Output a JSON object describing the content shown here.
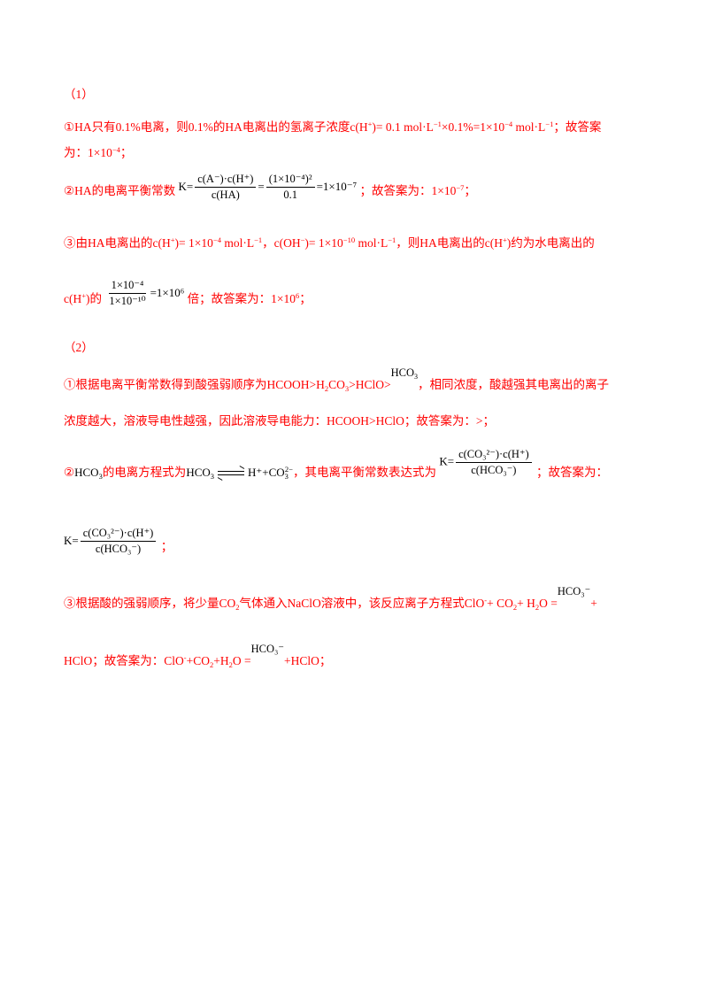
{
  "part1": {
    "label": "（1）",
    "item1_text": "①HA只有0.1%电离，则0.1%的HA电离出的氢离子浓度c(H",
    "item1_text_b": ")= 0.1 mol·L",
    "item1_text_c": "×0.1%=1×10",
    "item1_text_d": " mol·L",
    "item1_text_e": "；故答案",
    "item1_line2": "为：1×10",
    "item1_line2_end": "；",
    "item2_prefix": "②HA的电离平衡常数",
    "item2_K": "K=",
    "item2_frac1_num": "c(A⁻)·c(H⁺)",
    "item2_frac1_den": "c(HA)",
    "item2_frac2_num": "(1×10⁻⁴)²",
    "item2_frac2_den": "0.1",
    "item2_result": "=1×10⁻⁷",
    "item2_suffix": "；故答案为：1×10",
    "item2_suffix_end": "；",
    "item3_text": "③由HA电离出的c(H",
    "item3_b": ")= 1×10",
    "item3_c": " mol·L",
    "item3_d": "，c(OH",
    "item3_e": ")= 1×10",
    "item3_f": " mol·L",
    "item3_g": "，则HA电离出的c(H",
    "item3_h": ")约为水电离出的",
    "item3_line2_prefix": "c(H",
    "item3_line2_b": ")的",
    "item3_frac_num": "1×10⁻⁴",
    "item3_frac_den": "1×10⁻¹⁰",
    "item3_result": "=1×10⁶",
    "item3_suffix": "倍；故答案为：1×10",
    "item3_suffix_end": "；"
  },
  "part2": {
    "label": "（2）",
    "item1_text": "①根据电离平衡常数得到酸强弱顺序为HCOOH>H",
    "item1_b": "CO",
    "item1_c": ">HClO>",
    "item1_hco3": "HCO",
    "item1_d": "，相同浓度，酸越强其电离出的离子",
    "item1_line2": "浓度越大，溶液导电性越强，因此溶液导电能力：HCOOH>HClO；故答案为：>；",
    "item2_prefix": "②",
    "item2_hco3a": "HCO",
    "item2_b": "的电离方程式为",
    "item2_hco3b": "HCO",
    "item2_products": "H⁺+CO",
    "item2_c": "，其电离平衡常数表达式为",
    "item2_K": "K=",
    "item2_frac_num": "c(CO₃²⁻)·c(H⁺)",
    "item2_frac_den": "c(HCO₃⁻)",
    "item2_suffix": "；故答案为：",
    "item2_ans_K": "K=",
    "item2_ans_num": "c(CO₃²⁻)·c(H⁺)",
    "item2_ans_den": "c(HCO₃⁻)",
    "item2_ans_end": "；",
    "item3_text": "③根据酸的强弱顺序，将少量CO",
    "item3_b": "气体通入NaClO溶液中，该反应离子方程式ClO",
    "item3_c": "+ CO",
    "item3_d": "+ H",
    "item3_e": "O =",
    "item3_hco3": "HCO₃⁻",
    "item3_f": "+",
    "item3_line2": "HClO；故答案为：ClO",
    "item3_line2_b": "+CO",
    "item3_line2_c": "+H",
    "item3_line2_d": "O =",
    "item3_line2_hco3": "HCO₃⁻",
    "item3_line2_e": "+HClO；"
  }
}
